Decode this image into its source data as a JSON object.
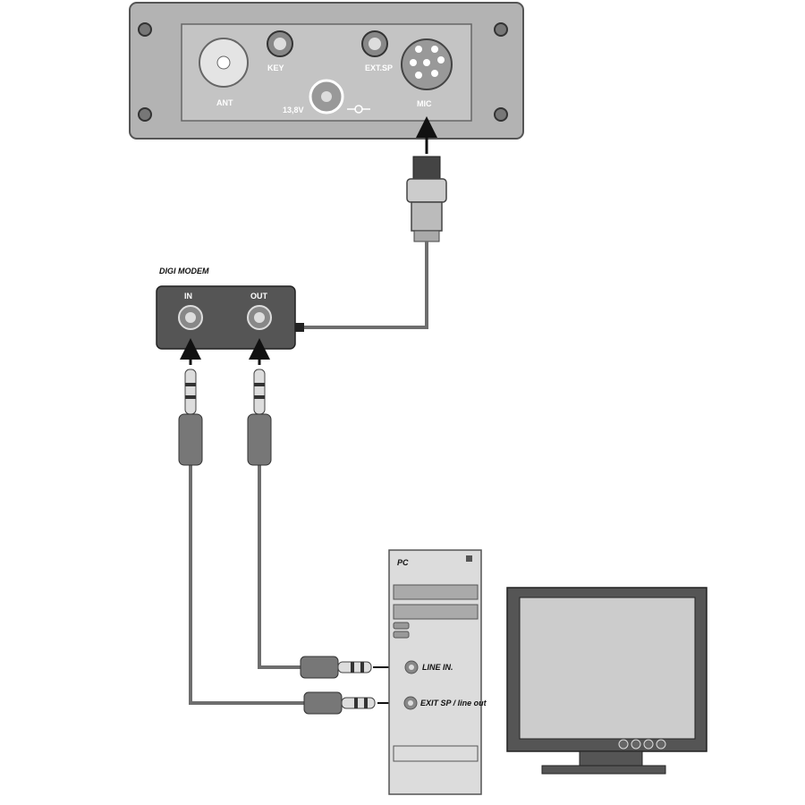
{
  "radio_panel": {
    "ant_label": "ANT",
    "key_label": "KEY",
    "ext_sp_label": "EXT.SP",
    "mic_label": "MIC",
    "power_label": "13,8V"
  },
  "modem": {
    "title": "DIGI MODEM",
    "in_label": "IN",
    "out_label": "OUT"
  },
  "pc": {
    "title": "PC",
    "line_in_label": "LINE IN.",
    "ext_sp_label": "EXIT  SP / line out"
  },
  "colors": {
    "panel": "#b3b3b3",
    "modem": "#555555",
    "cable": "#6e6e6e",
    "pc": "#dcdcdc"
  }
}
